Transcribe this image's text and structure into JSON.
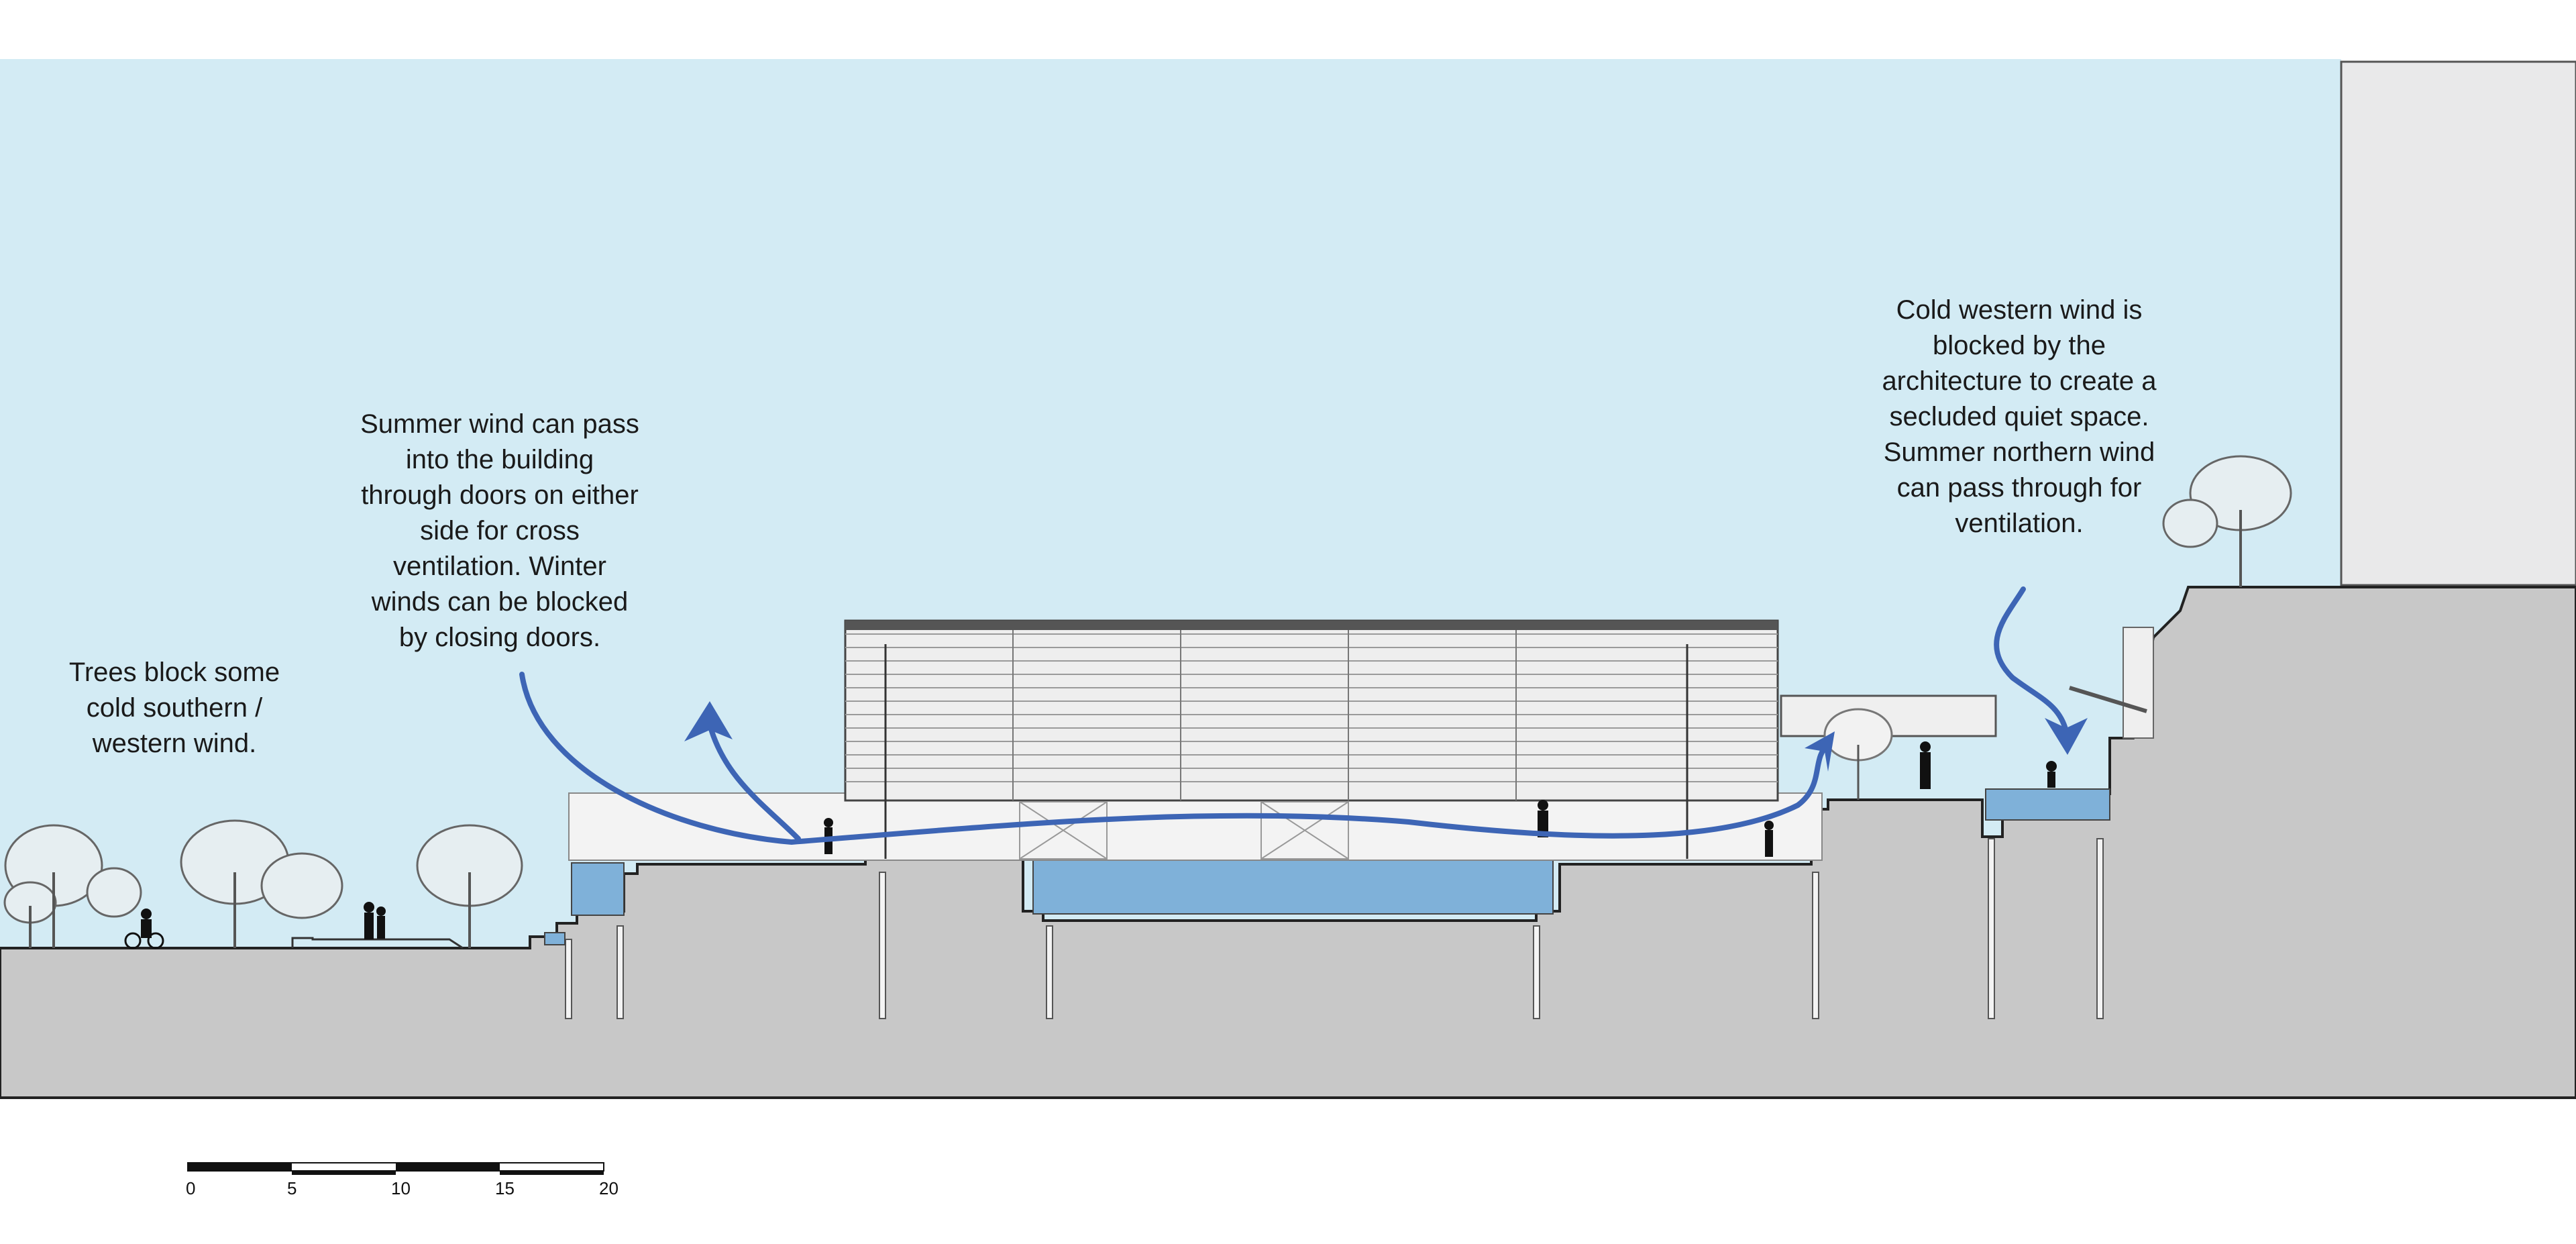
{
  "annotations": {
    "trees": [
      "Trees block some",
      "cold southern /",
      "western wind."
    ],
    "summer": [
      "Summer wind can pass",
      "into the building",
      "through doors on either",
      "side for cross",
      "ventilation. Winter",
      "winds can be blocked",
      "by closing doors."
    ],
    "cold": [
      "Cold western wind is",
      "blocked by the",
      "architecture to create a",
      "secluded quiet space.",
      "Summer northern wind",
      "can pass through for",
      "ventilation."
    ]
  },
  "scale_bar": {
    "ticks": [
      "0",
      "5",
      "10",
      "15",
      "20"
    ]
  },
  "colors": {
    "sky": "#d3ebf4",
    "ground": "#c8c8c8",
    "water": "#7fb1d9",
    "wind_arrow": "#3d65b5",
    "tall_building": "#e9e9ea",
    "building_panel": "#eeeeee"
  }
}
